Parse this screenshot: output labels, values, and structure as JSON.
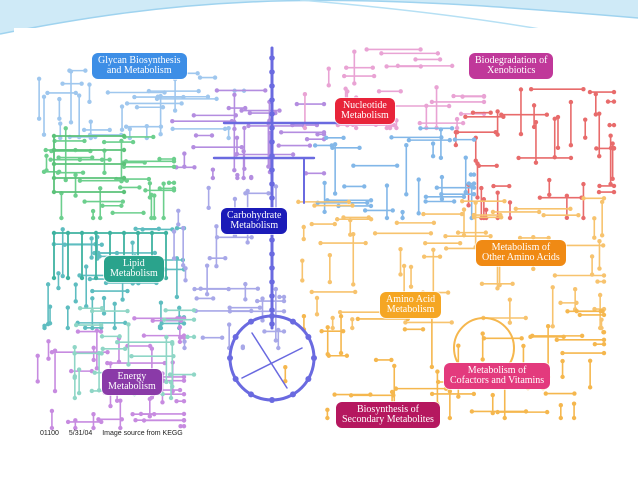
{
  "colors": {
    "glycan": "#3d8ee6",
    "nucleotide": "#e8243a",
    "xenobiotics": "#c0389a",
    "carbohydrate": "#1b1bb8",
    "lipid": "#2aa38c",
    "other_amino": "#f08a14",
    "amino": "#f5a623",
    "energy": "#8a3aa8",
    "cofactors": "#e33a7d",
    "secondary": "#b5175f",
    "wave": "#cfeaf7"
  },
  "labels": {
    "glycan": [
      "Glycan Biosynthesis",
      "and Metabolism"
    ],
    "nucleotide": [
      "Nucleotide",
      "Metabolism"
    ],
    "xenobiotics": [
      "Biodegradation of",
      "Xenobiotics"
    ],
    "carbohydrate": [
      "Carbohydrate",
      "Metabolism"
    ],
    "lipid": [
      "Lipid",
      "Metabolism"
    ],
    "other_amino": [
      "Metabolism of",
      "Other Amino Acids"
    ],
    "amino": [
      "Amino Acid",
      "Metabolism"
    ],
    "energy": [
      "Energy",
      "Metabolism"
    ],
    "cofactors": [
      "Metabolism of",
      "Cofactors and Vitamins"
    ],
    "secondary": [
      "Biosynthesis of",
      "Secondary Metabolites"
    ]
  },
  "caption": {
    "map_id": "01100",
    "date": "5/31/04",
    "source": "Image source from KEGG"
  }
}
